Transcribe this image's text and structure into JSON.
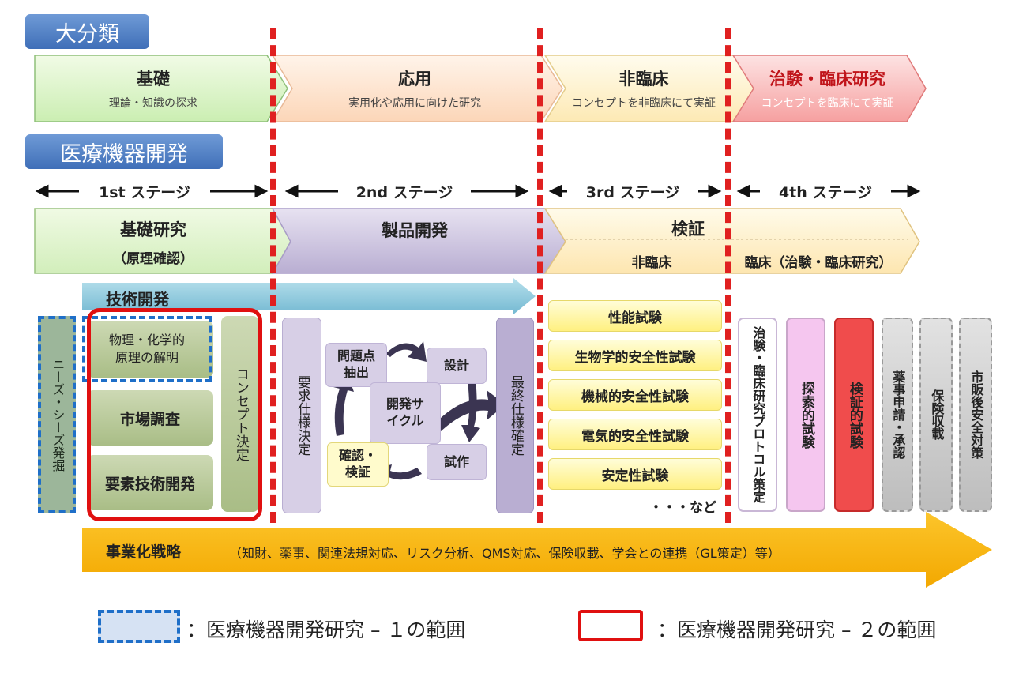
{
  "headers": {
    "major_category": "大分類",
    "device_dev": "医療機器開発"
  },
  "categories": [
    {
      "title": "基礎",
      "sub": "理論・知識の探求"
    },
    {
      "title": "応用",
      "sub": "実用化や応用に向けた研究"
    },
    {
      "title": "非臨床",
      "sub": "コンセプトを非臨床にて実証"
    },
    {
      "title": "治験・臨床研究",
      "sub": "コンセプトを臨床にて実証"
    }
  ],
  "stages": [
    "1st ステージ",
    "2nd ステージ",
    "3rd ステージ",
    "4th ステージ"
  ],
  "phases": {
    "basic_title": "基礎研究",
    "basic_sub": "（原理確認）",
    "product_dev": "製品開発",
    "verification": "検証",
    "nonclinical": "非臨床",
    "clinical": "臨床（治験・臨床研究）"
  },
  "tech_dev": "技術開発",
  "stage1": {
    "needs": "ニーズ・シーズ発掘",
    "physics": "物理・化学的原理の解明",
    "market": "市場調査",
    "element": "要素技術開発",
    "concept": "コンセプト決定"
  },
  "stage2": {
    "requirements": "要求仕様決定",
    "problem": "問題点抽出",
    "design": "設計",
    "cycle": "開発サイクル",
    "confirm": "確認・検証",
    "prototype": "試作",
    "final_spec": "最終仕様確定"
  },
  "stage3": {
    "tests": [
      "性能試験",
      "生物学的安全性試験",
      "機械的安全性試験",
      "電気的安全性試験",
      "安定性試験"
    ],
    "etc": "・・・など"
  },
  "stage4": {
    "protocol": "治験・臨床研究プロトコル策定",
    "exploratory": "探索的試験",
    "confirmatory": "検証的試験",
    "approval": "薬事申請・承認",
    "insurance": "保険収載",
    "postmarket": "市販後安全対策"
  },
  "strategy": {
    "title": "事業化戦略",
    "detail": "（知財、薬事、関連法規対応、リスク分析、QMS対応、保険収載、学会との連携（GL策定）等）"
  },
  "legend": {
    "item1": "：医療機器開発研究 – １の範囲",
    "item2": "：医療機器開発研究 – ２の範囲"
  },
  "colors": {
    "range1_border": "#1f6fc8",
    "range2_border": "#e01010",
    "divider": "#e02020",
    "strategy": "#f7b500",
    "tech_dev": "#86c6dc"
  }
}
